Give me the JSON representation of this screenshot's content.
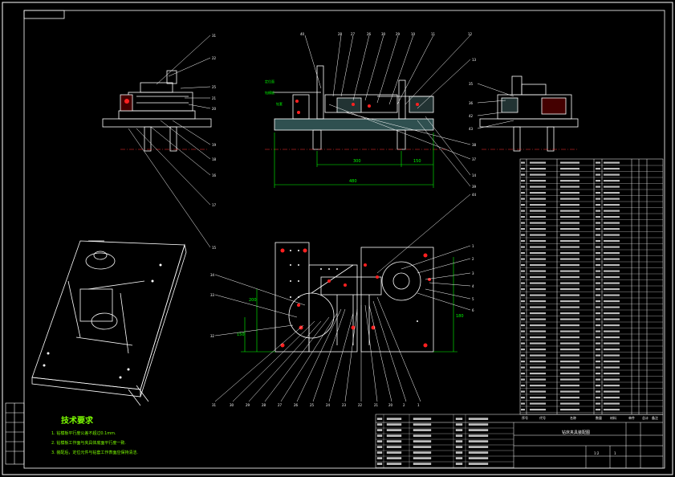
{
  "sheet": {
    "background": "#000000",
    "frame_color": "#ffffff",
    "line_color": "#ffffff",
    "dim_color": "#00ff00",
    "centerline_color": "#ff3333",
    "part_color": "#ff2020",
    "tech_color": "#7cfc00"
  },
  "tech_requirements": {
    "title": "技术要求",
    "lines": [
      "1. 钻模板平行度公差不超过0.1mm.",
      "2. 钻模板工作面与夹具体底面平行度一致.",
      "3. 装配后，定位元件与钻套工作表面应保持清洁."
    ]
  },
  "title_block": {
    "drawing_title": "钻床夹具装配图",
    "header_labels": [
      "序号",
      "代号",
      "名称",
      "数量",
      "材料",
      "单件",
      "总计",
      "备注"
    ],
    "scale_label": "1:2",
    "sheet_label": "1"
  },
  "dimensions": {
    "top_main": [
      "300",
      "150",
      "480"
    ],
    "side_left": [
      "200",
      "150"
    ],
    "side_right": [
      "180"
    ]
  },
  "annotations": {
    "left_green_labels": [
      "定位面",
      "钻模板",
      "钻套"
    ]
  }
}
